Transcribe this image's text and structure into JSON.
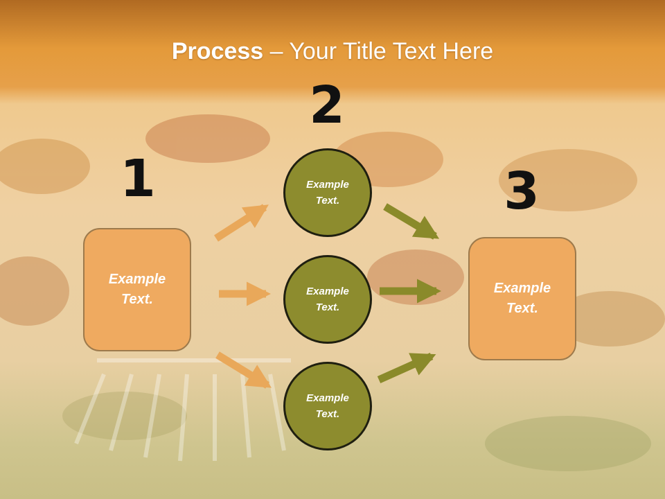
{
  "title": {
    "bold": "Process",
    "rest": " – Your Title Text Here"
  },
  "steps": [
    {
      "number": "1",
      "text": "Example\nText."
    },
    {
      "number": "2",
      "circles": [
        "Example\nText.",
        "Example\nText.",
        "Example\nText."
      ]
    },
    {
      "number": "3",
      "text": "Example\nText."
    }
  ],
  "colors": {
    "box": "#efaa60",
    "circle": "#8d8c2e",
    "arrow_orange": "#e9a85a",
    "arrow_olive": "#8a8a2a"
  }
}
